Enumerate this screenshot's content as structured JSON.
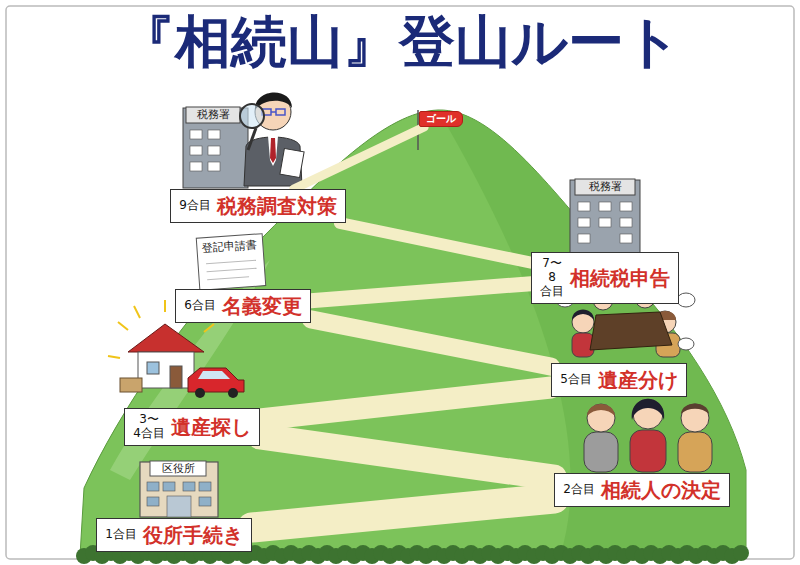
{
  "diagram": {
    "title": "『相続山』登山ルート",
    "nodes": [
      {
        "text": [
          "1合目",
          "役所手続き"
        ]
      },
      {
        "text": [
          "2合目",
          "相続人の決定"
        ]
      },
      {
        "text": [
          "3〜 4合目",
          "遺産探し"
        ]
      },
      {
        "text": [
          "5合目",
          "遺産分け"
        ]
      },
      {
        "text": [
          "6合目",
          "名義変更"
        ]
      },
      {
        "text": [
          "7〜8 合目",
          "相続税申告"
        ]
      },
      {
        "text": [
          "9合目",
          "税務調査対策"
        ]
      },
      {
        "text": [
          "ゴール"
        ]
      }
    ],
    "edges": [
      {
        "from": 0,
        "to": 1,
        "arrow": "none"
      },
      {
        "from": 1,
        "to": 2,
        "arrow": "none"
      },
      {
        "from": 2,
        "to": 3,
        "arrow": "none"
      },
      {
        "from": 3,
        "to": 4,
        "arrow": "none"
      },
      {
        "from": 4,
        "to": 5,
        "arrow": "none"
      },
      {
        "from": 5,
        "to": 6,
        "arrow": "none"
      },
      {
        "from": 6,
        "to": 7,
        "arrow": "none"
      }
    ],
    "labels": [
      "区役所",
      "税務署",
      "税務署",
      "登記申請書"
    ]
  }
}
